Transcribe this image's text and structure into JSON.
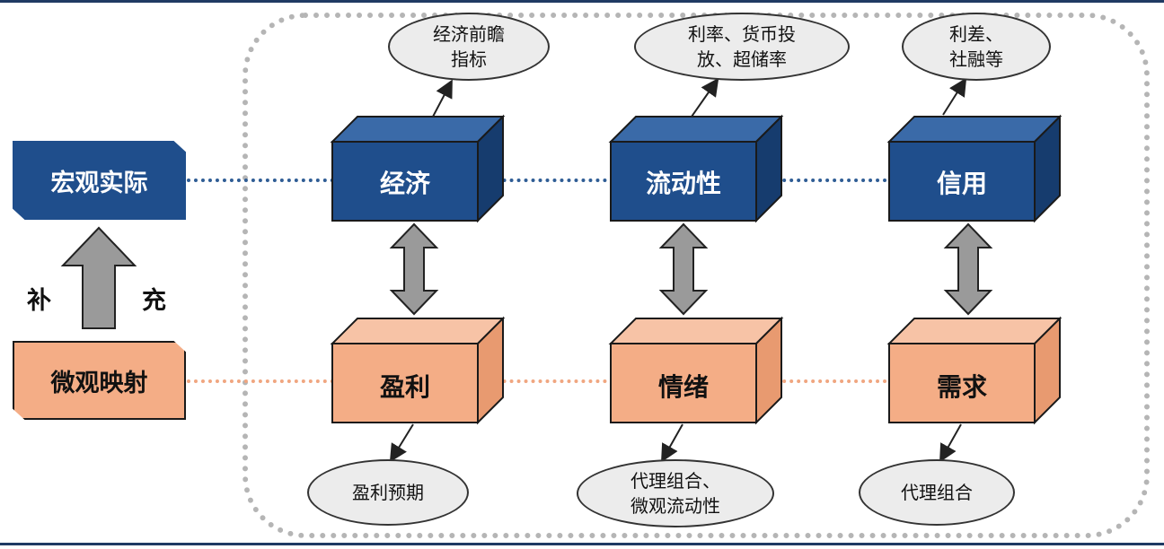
{
  "macro": {
    "label": "宏观实际"
  },
  "micro": {
    "label": "微观映射"
  },
  "supplement": {
    "left": "补",
    "right": "充"
  },
  "top_boxes": [
    {
      "label": "经济",
      "note": "经济前瞻\n指标"
    },
    {
      "label": "流动性",
      "note": "利率、货币投\n放、超储率"
    },
    {
      "label": "信用",
      "note": "利差、\n社融等"
    }
  ],
  "bottom_boxes": [
    {
      "label": "盈利",
      "note": "盈利预期"
    },
    {
      "label": "情绪",
      "note": "代理组合、\n微观流动性"
    },
    {
      "label": "需求",
      "note": "代理组合"
    }
  ],
  "colors": {
    "blue_front": "#1f4e8c",
    "blue_top": "#3a6aa8",
    "blue_side": "#163c6e",
    "orange_front": "#f4ad86",
    "orange_top": "#f7c3a6",
    "orange_side": "#e89a70",
    "arrow_gray": "#9a9a9a"
  }
}
